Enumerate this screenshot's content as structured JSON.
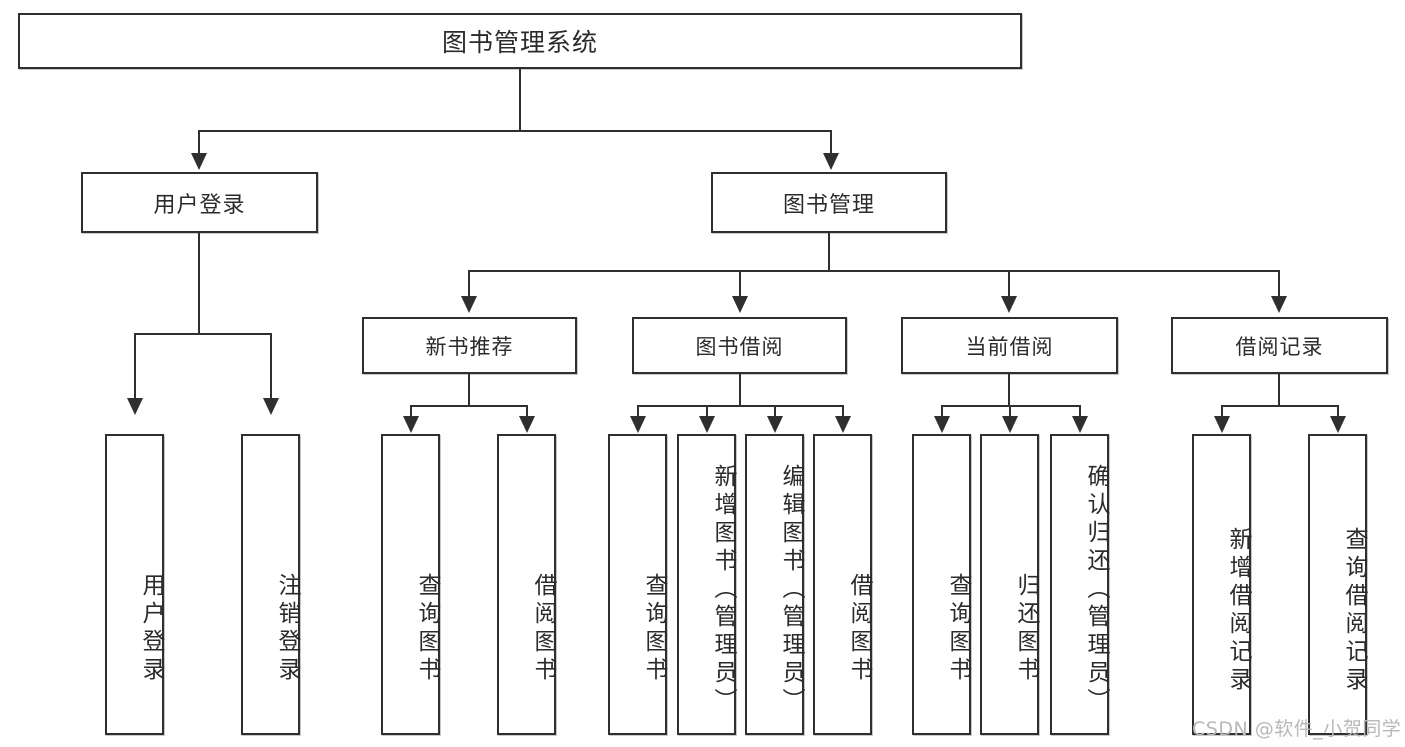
{
  "diagram": {
    "type": "tree-hierarchy-flowchart",
    "title": "图书管理系统",
    "root": {
      "label": "图书管理系统"
    },
    "level1": [
      {
        "id": "user-login",
        "label": "用户登录"
      },
      {
        "id": "book-manage",
        "label": "图书管理"
      }
    ],
    "level2": [
      {
        "id": "new-book-rec",
        "label": "新书推荐",
        "parent": "book-manage"
      },
      {
        "id": "book-borrow",
        "label": "图书借阅",
        "parent": "book-manage"
      },
      {
        "id": "current-borrow",
        "label": "当前借阅",
        "parent": "book-manage"
      },
      {
        "id": "borrow-record",
        "label": "借阅记录",
        "parent": "book-manage"
      }
    ],
    "leaves": [
      {
        "id": "leaf-user-login",
        "label": "用户登录",
        "parent": "user-login"
      },
      {
        "id": "leaf-user-logout",
        "label": "注销登录",
        "parent": "user-login"
      },
      {
        "id": "leaf-query-book-1",
        "label": "查询图书",
        "parent": "new-book-rec"
      },
      {
        "id": "leaf-borrow-book-1",
        "label": "借阅图书",
        "parent": "new-book-rec"
      },
      {
        "id": "leaf-query-book-2",
        "label": "查询图书",
        "parent": "book-borrow"
      },
      {
        "id": "leaf-add-book",
        "label": "新增图书（管理员）",
        "parent": "book-borrow"
      },
      {
        "id": "leaf-edit-book",
        "label": "编辑图书（管理员）",
        "parent": "book-borrow"
      },
      {
        "id": "leaf-borrow-book-2",
        "label": "借阅图书",
        "parent": "book-borrow"
      },
      {
        "id": "leaf-query-book-3",
        "label": "查询图书",
        "parent": "current-borrow"
      },
      {
        "id": "leaf-return-book",
        "label": "归还图书",
        "parent": "current-borrow"
      },
      {
        "id": "leaf-confirm-return",
        "label": "确认归还（管理员）",
        "parent": "current-borrow"
      },
      {
        "id": "leaf-add-record",
        "label": "新增借阅记录",
        "parent": "borrow-record"
      },
      {
        "id": "leaf-query-record",
        "label": "查询借阅记录",
        "parent": "borrow-record"
      }
    ],
    "colors": {
      "border": "#2f2f2f",
      "background": "#ffffff",
      "text": "#2b2b2b",
      "watermark": "#b8b8b8"
    }
  },
  "watermark": {
    "text": "CSDN @软件_小贺同学"
  }
}
